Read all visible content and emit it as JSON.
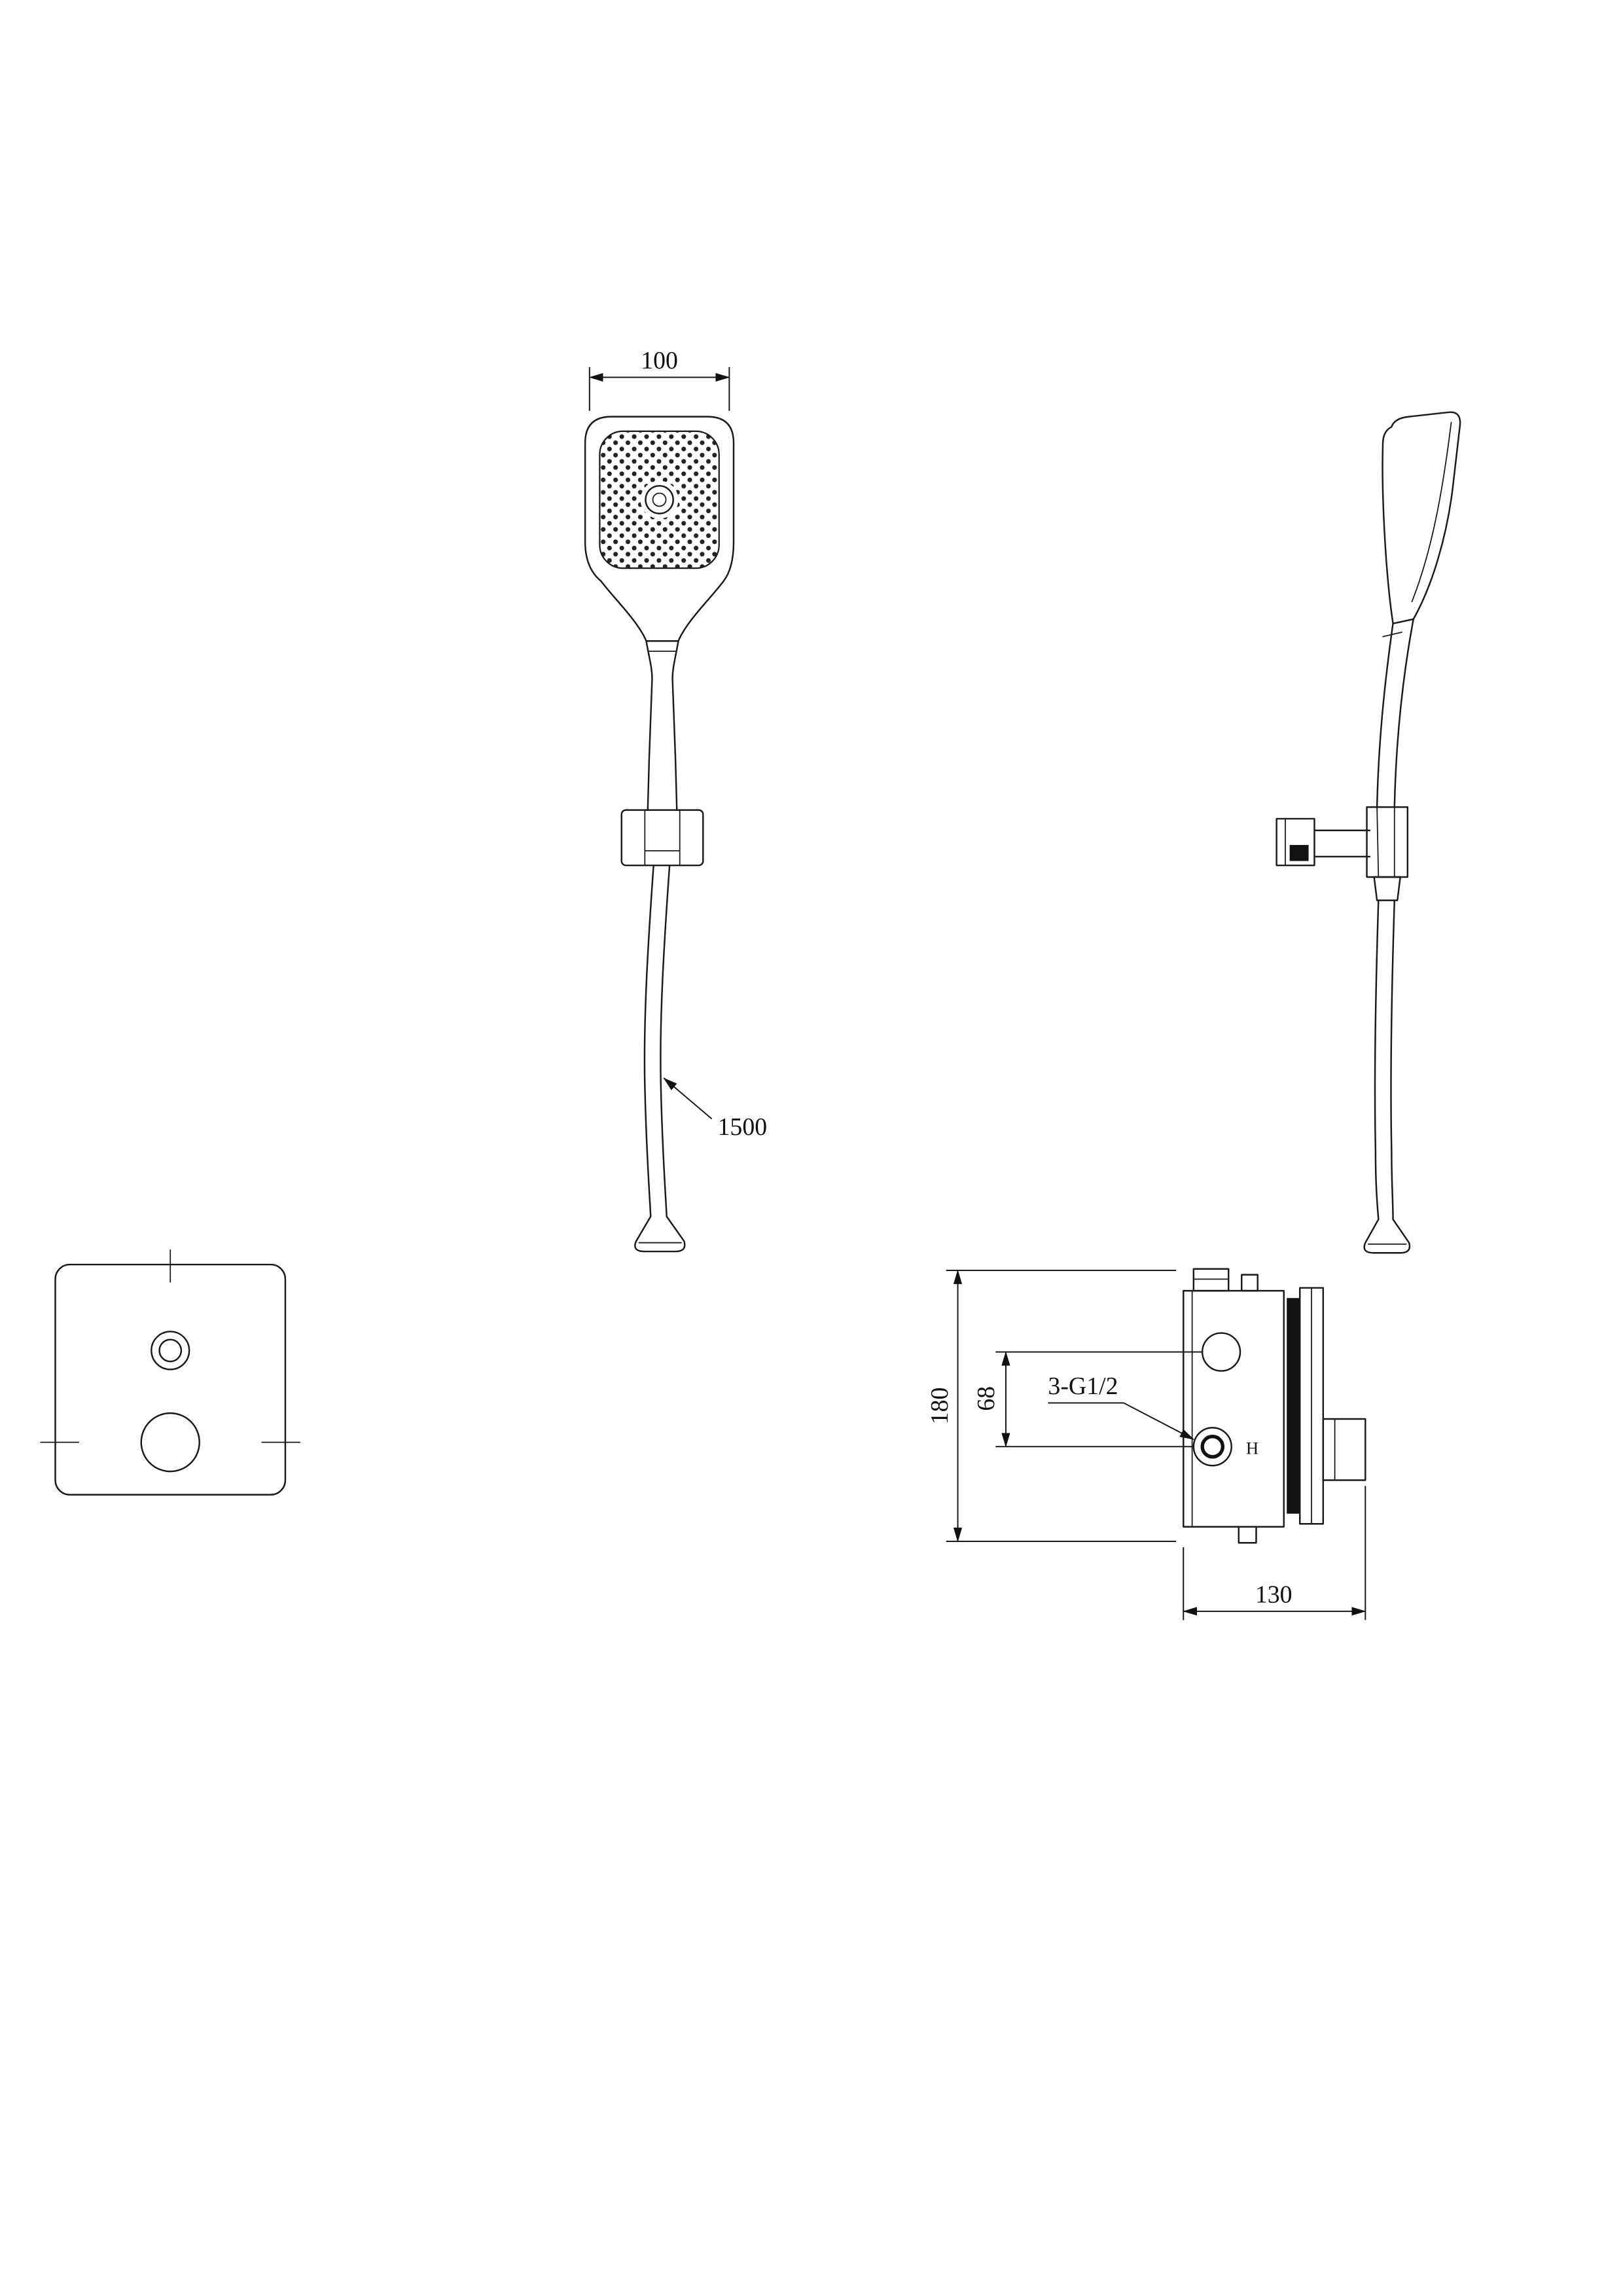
{
  "page": {
    "background": "#ffffff",
    "line_color": "#1a1a1a"
  },
  "labels": {
    "head_width": "100",
    "hose_length": "1500",
    "valve_height": "180",
    "port_spacing": "68",
    "thread": "3-G1/2",
    "valve_width": "130",
    "hot_mark": "H"
  }
}
